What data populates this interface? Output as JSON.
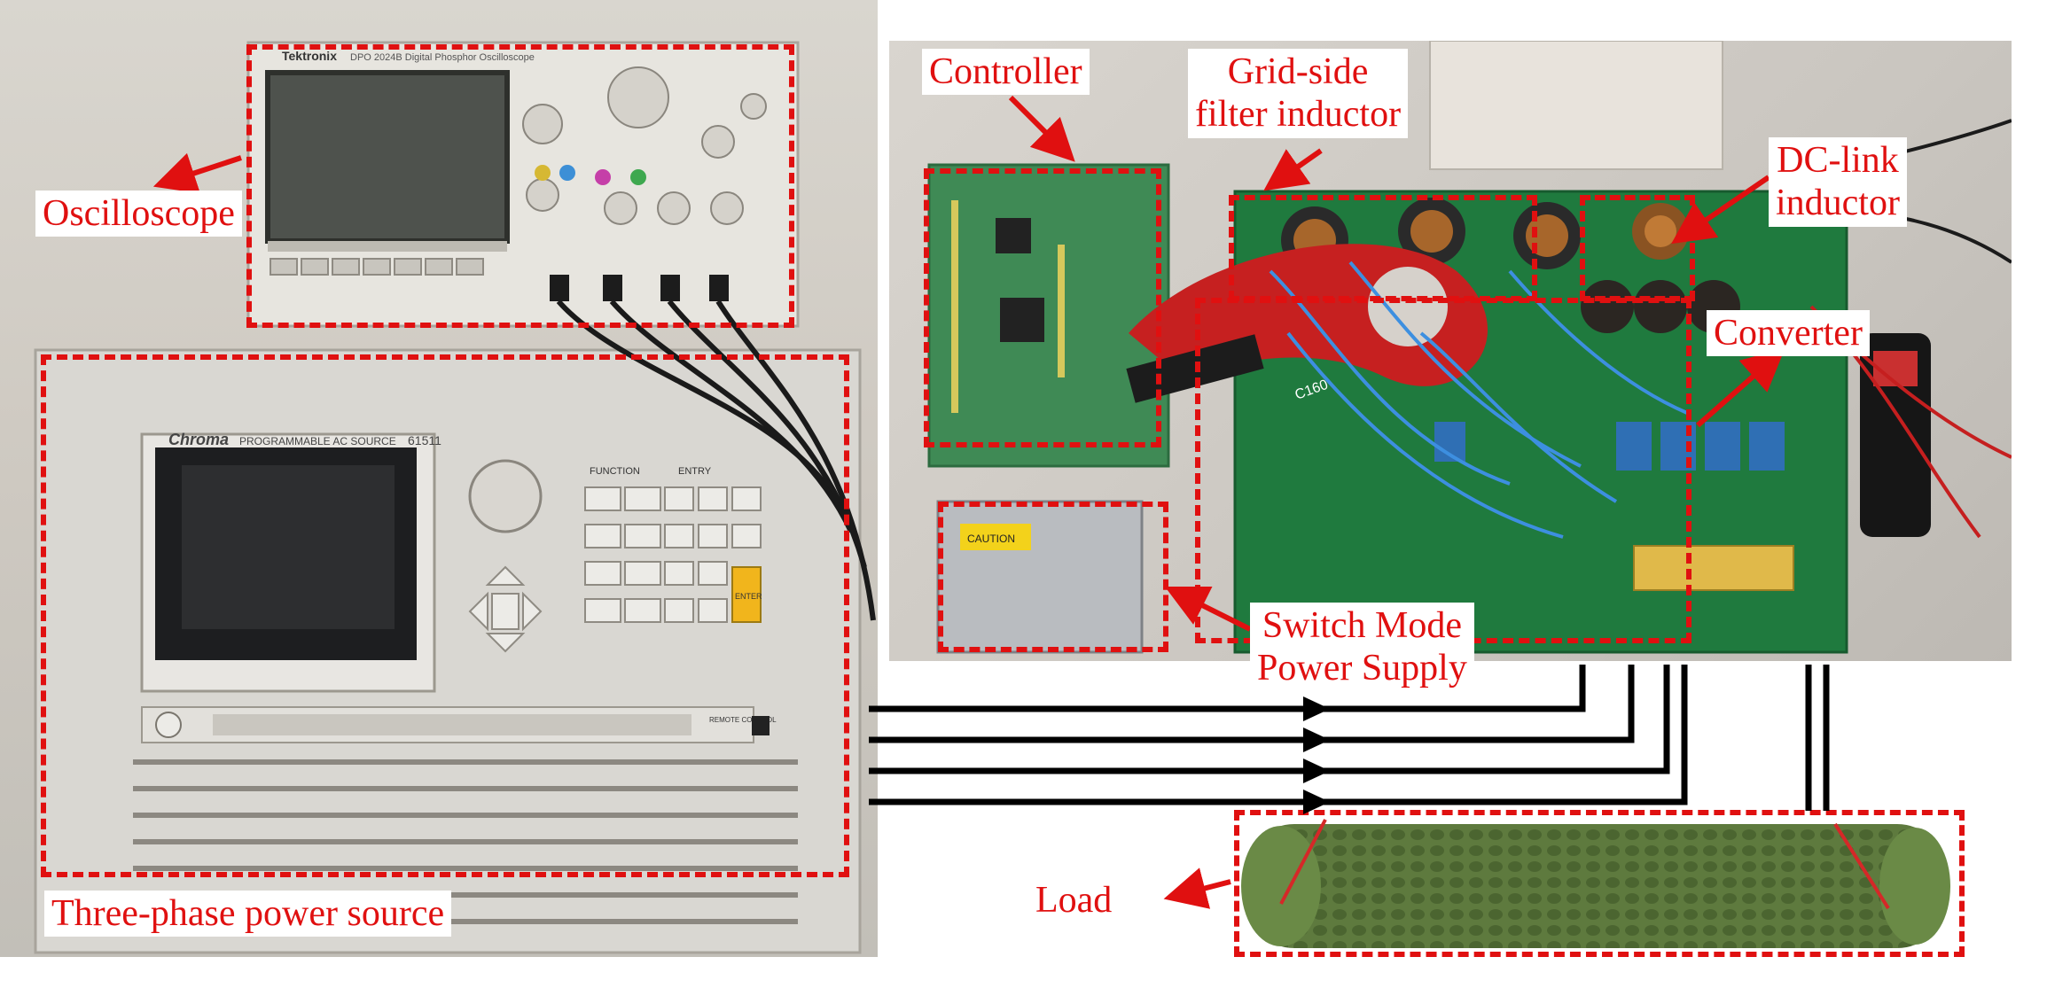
{
  "labels": {
    "oscilloscope": "Oscilloscope",
    "three_phase_source": "Three-phase power source",
    "controller": "Controller",
    "grid_filter_inductor": "Grid-side\nfilter inductor",
    "dc_link_inductor": "DC-link\ninductor",
    "converter": "Converter",
    "smps": "Switch Mode\nPower Supply",
    "load": "Load"
  },
  "device_text": {
    "scope_brand": "Tektronix",
    "scope_model": "DPO 2024B Digital Phosphor Oscilloscope",
    "source_brand": "Chroma",
    "source_model": "PROGRAMMABLE AC SOURCE",
    "source_number": "61511",
    "function_header": "FUNCTION",
    "entry_header": "ENTRY",
    "enter_key": "ENTER",
    "remote_control": "REMOTE CONTROL",
    "caution_sticker": "CAUTION",
    "probe_label": "C160"
  },
  "colors": {
    "annotation_red": "#e01010",
    "wire_black": "#000000",
    "pcb_green": "#1f7a3e",
    "load_green": "#5e7a3e"
  }
}
